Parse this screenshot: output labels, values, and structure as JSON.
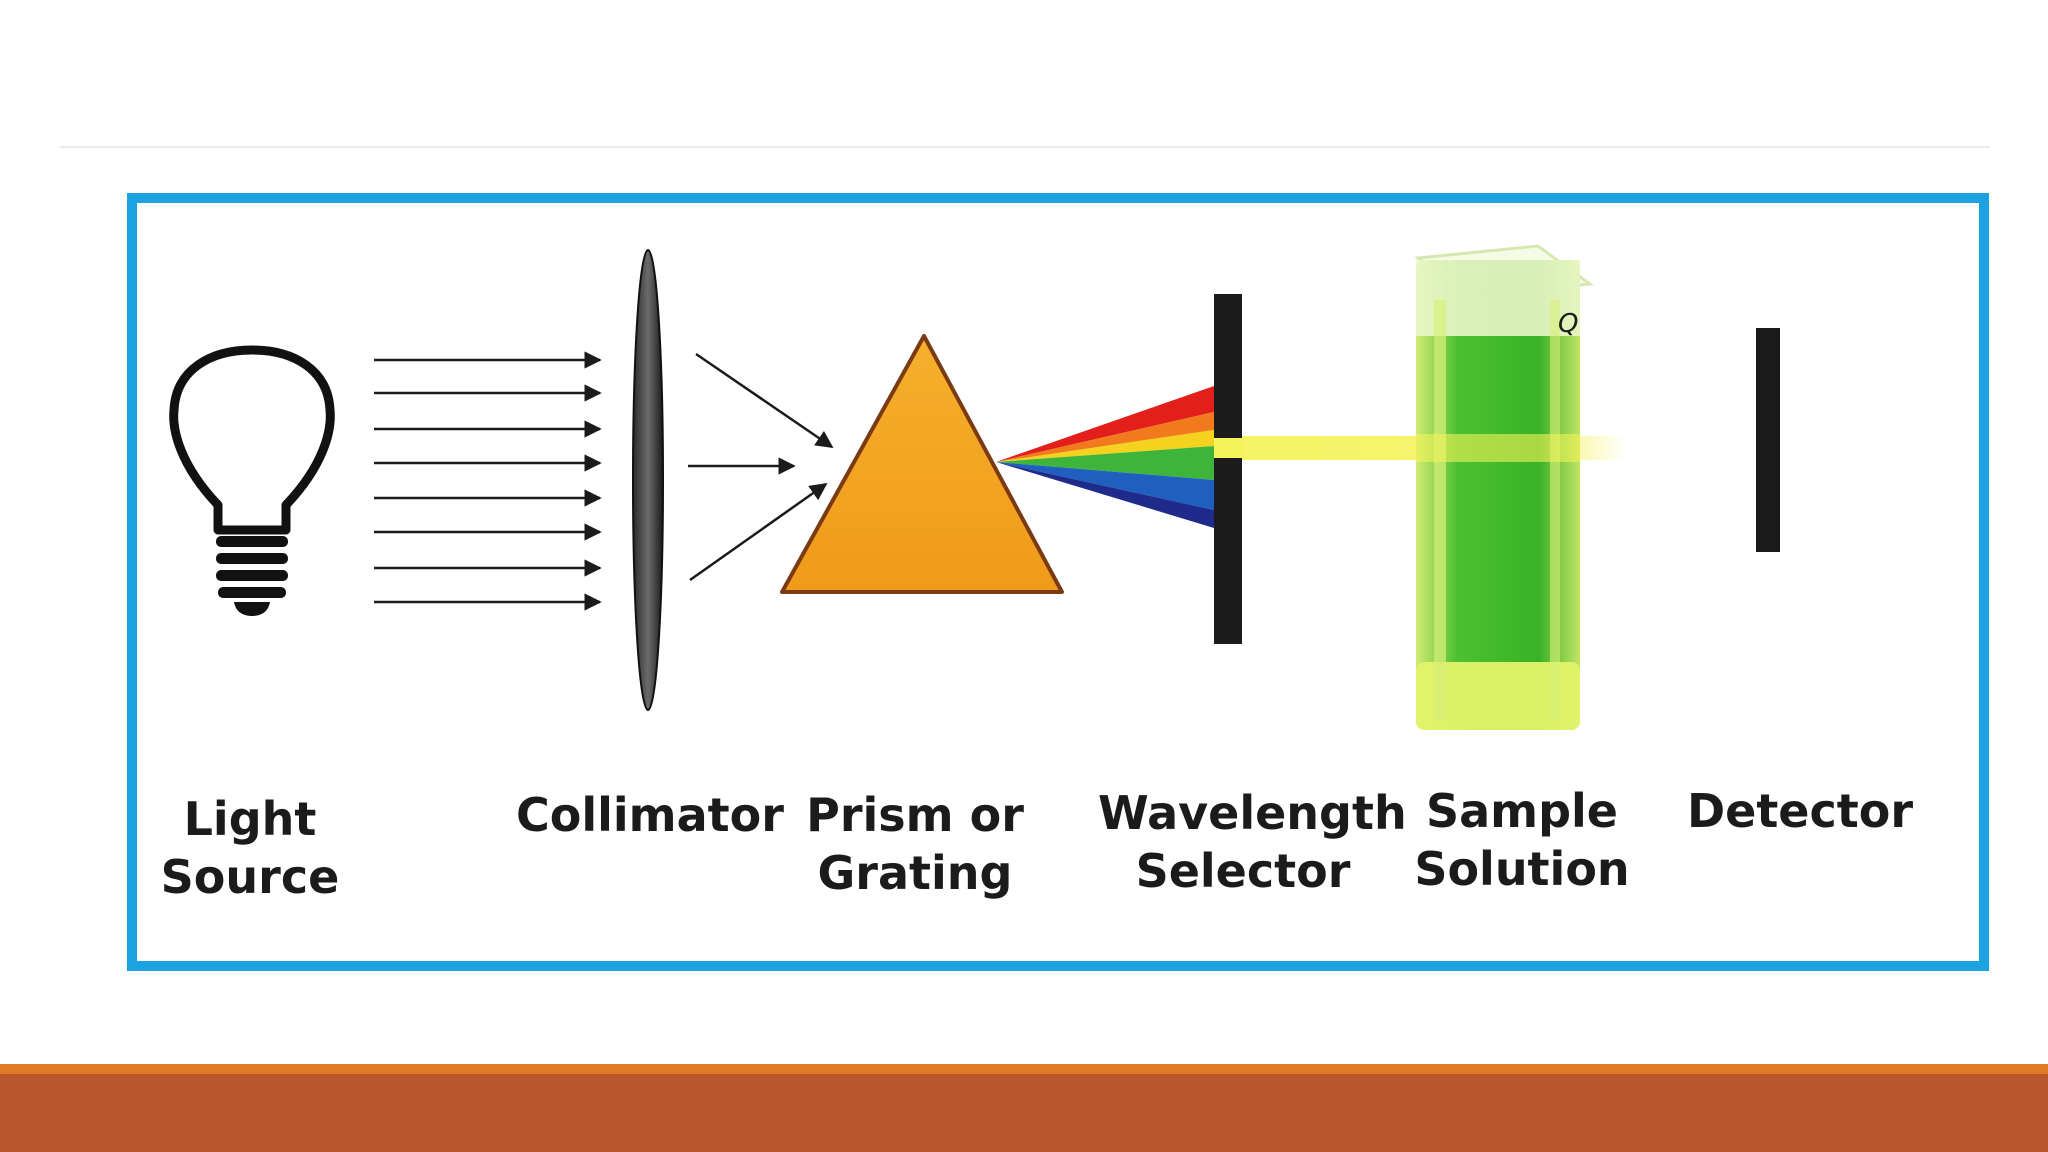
{
  "diagram": {
    "components": [
      {
        "id": "light-source",
        "lines": [
          "Light",
          "Source"
        ]
      },
      {
        "id": "collimator",
        "lines": [
          "Collimator"
        ]
      },
      {
        "id": "prism",
        "lines": [
          "Prism or",
          "Grating"
        ]
      },
      {
        "id": "wavelength-selector",
        "lines": [
          "Wavelength",
          "Selector"
        ]
      },
      {
        "id": "sample",
        "lines": [
          "Sample",
          "Solution"
        ]
      },
      {
        "id": "detector",
        "lines": [
          "Detector"
        ]
      }
    ],
    "cuvette_mark": "Q",
    "colors": {
      "frame_border": "#1aa3e0",
      "prism_fill": "#f2a51f",
      "solution_green": "#35b81f",
      "yellow_beam": "#f4f35a",
      "footer_bar": "#b8562e",
      "footer_stripe": "#e07a25",
      "spectrum": [
        "#e21f1b",
        "#f07a1c",
        "#f4d21f",
        "#3fb43a",
        "#1e5fbf",
        "#1f2b8a"
      ]
    }
  }
}
